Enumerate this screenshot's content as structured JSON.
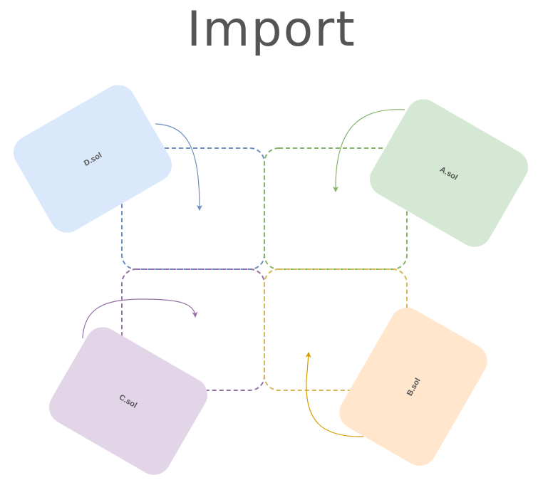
{
  "title": "Import",
  "quadrants": [
    {
      "id": "top-left",
      "color": "#6c8ebf"
    },
    {
      "id": "top-right",
      "color": "#82b366"
    },
    {
      "id": "bottom-left",
      "color": "#9673a6"
    },
    {
      "id": "bottom-right",
      "color": "#d6b656"
    }
  ],
  "cards": [
    {
      "id": "d",
      "label": "D.sol",
      "fill": "#dae8fc",
      "arrow": "#6c8ebf"
    },
    {
      "id": "a",
      "label": "A.sol",
      "fill": "#d5e8d4",
      "arrow": "#82b366"
    },
    {
      "id": "c",
      "label": "C.sol",
      "fill": "#e1d5e7",
      "arrow": "#9673a6"
    },
    {
      "id": "b",
      "label": "B.sol",
      "fill": "#ffe6cc",
      "arrow": "#d79b00"
    }
  ]
}
